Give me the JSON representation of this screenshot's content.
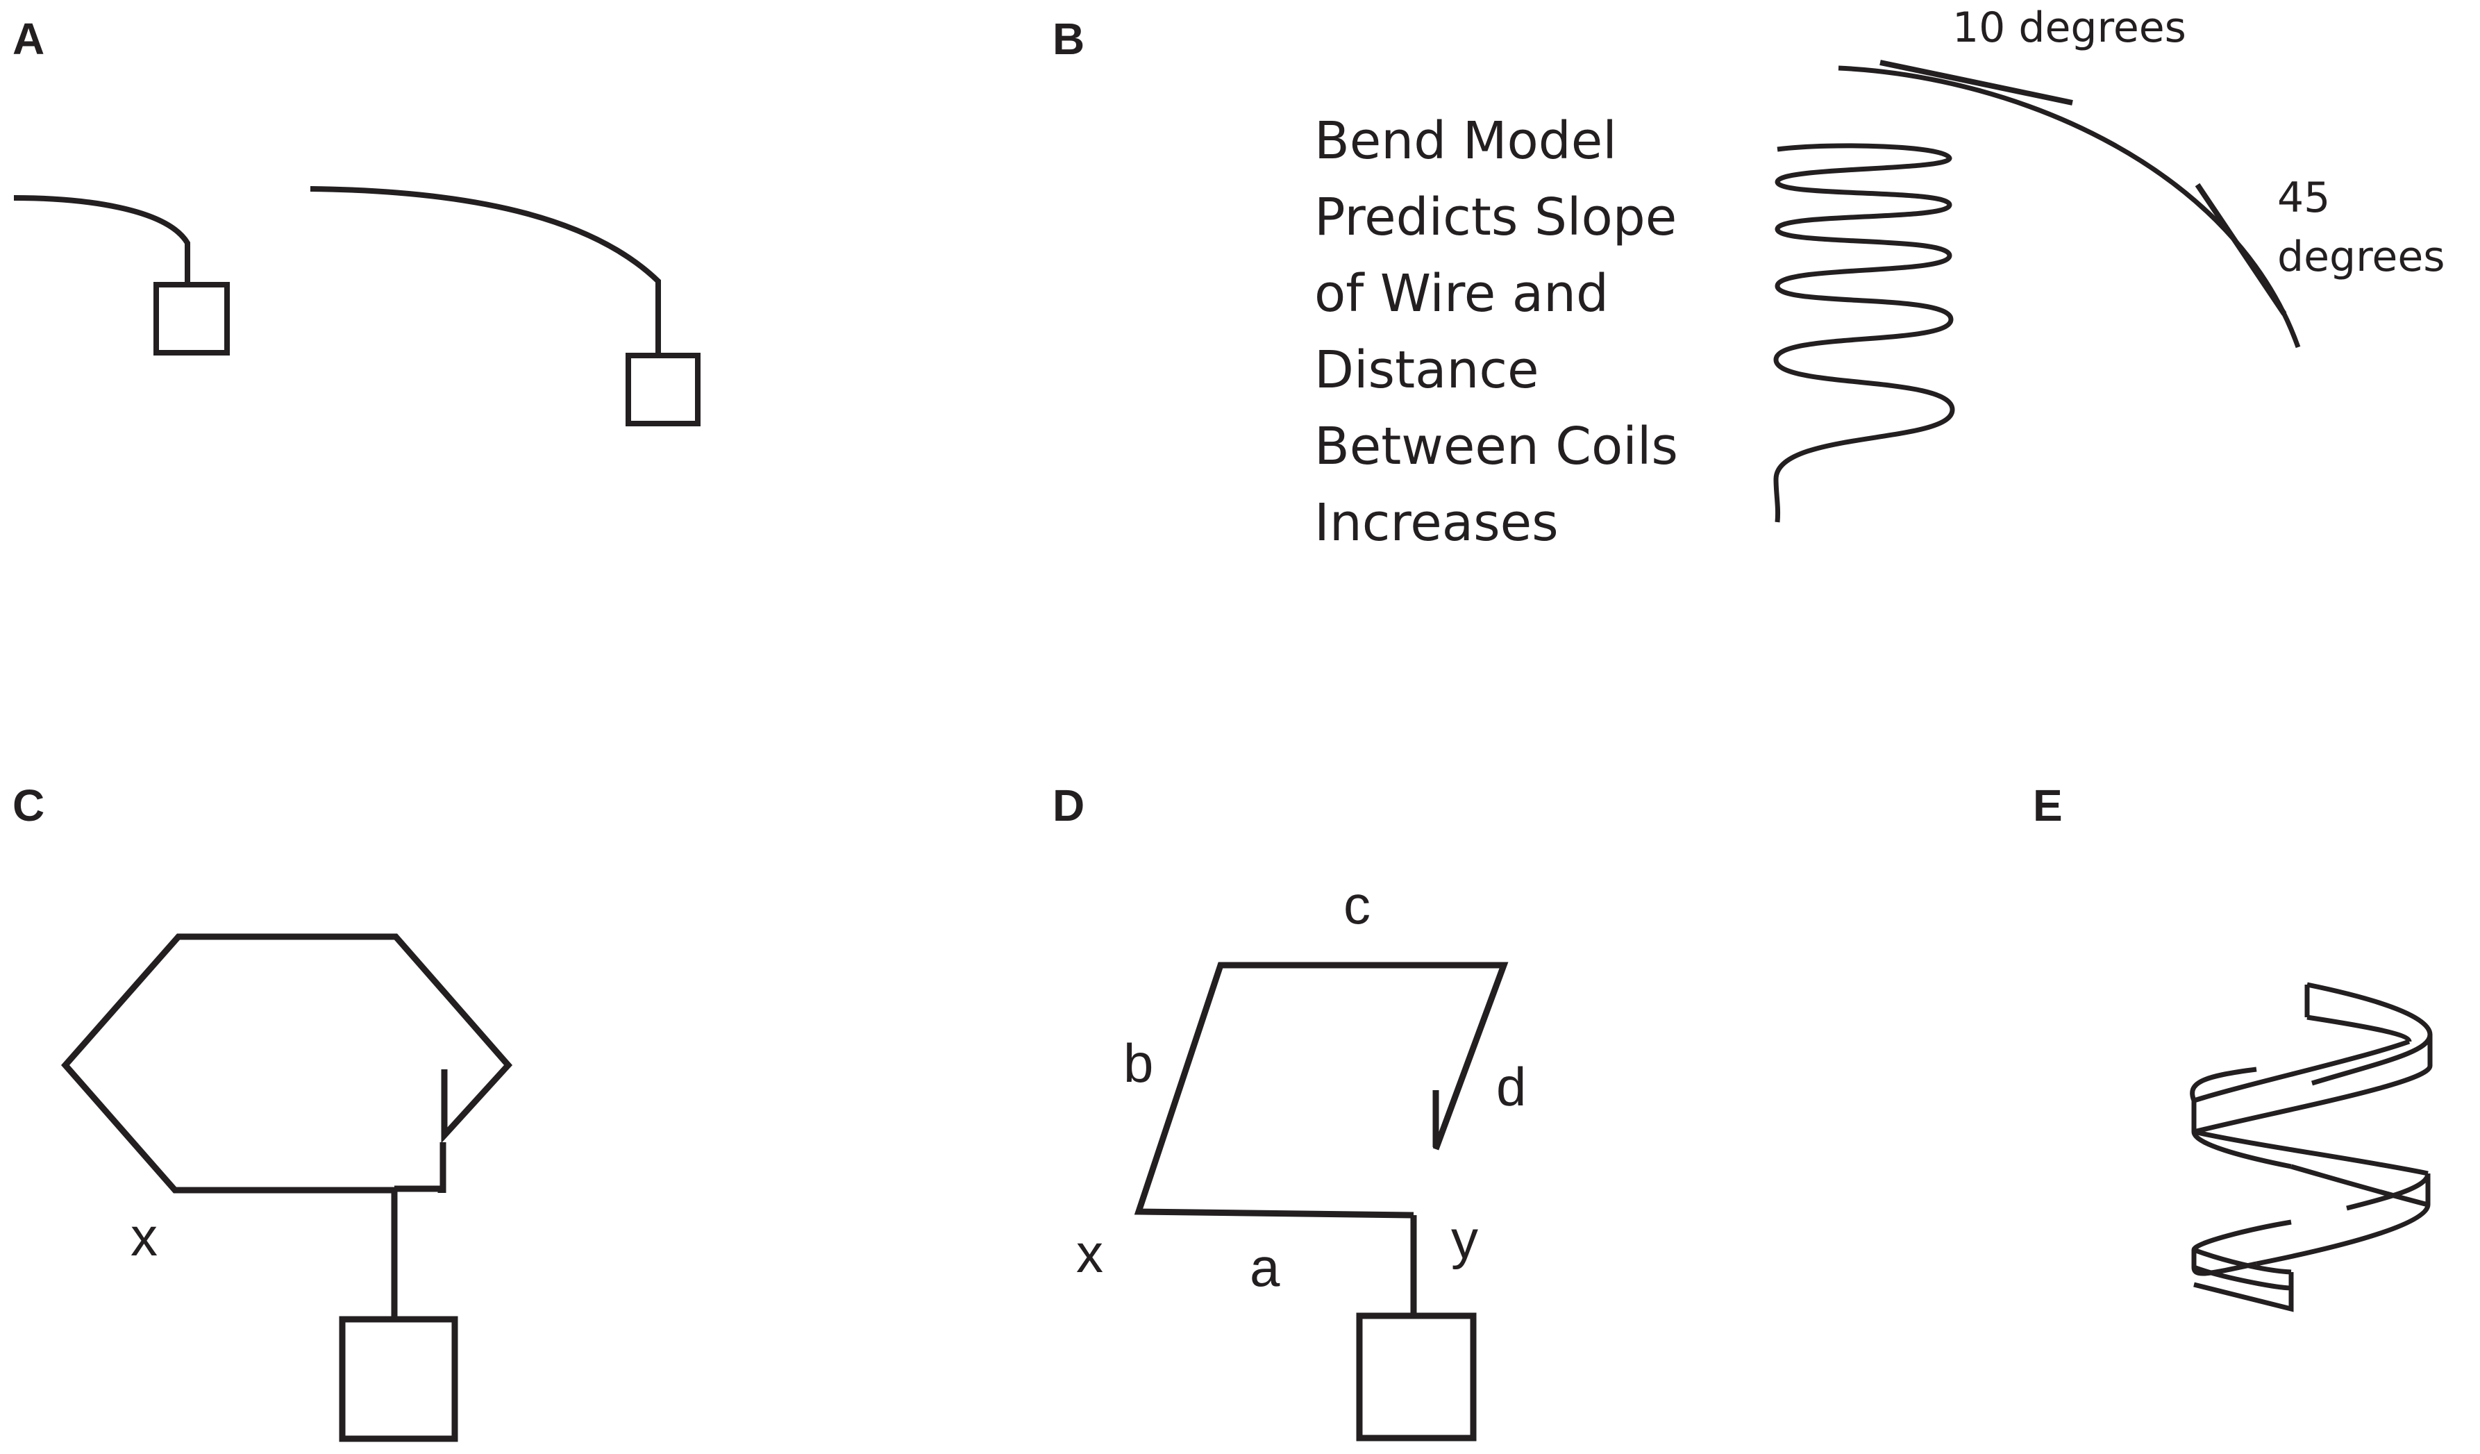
{
  "panels": {
    "a": {
      "letter": "A"
    },
    "b": {
      "letter": "B",
      "paragraph": [
        "Bend Model",
        "Predicts Slope",
        "of Wire and",
        "Distance",
        "Between Coils",
        "Increases"
      ],
      "angle_10_label": "10 degrees",
      "angle_45_label_line1": "45",
      "angle_45_label_line2": "degrees"
    },
    "c": {
      "letter": "C",
      "label_x": "x"
    },
    "d": {
      "letter": "D",
      "label_a": "a",
      "label_b": "b",
      "label_c": "c",
      "label_d": "d",
      "label_x": "x",
      "label_y": "y"
    },
    "e": {
      "letter": "E"
    }
  },
  "colors": {
    "ink": "#231f20",
    "background": "#ffffff"
  }
}
